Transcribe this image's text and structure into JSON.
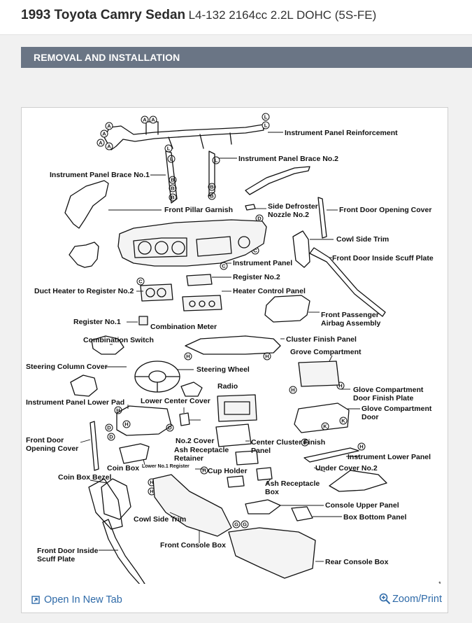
{
  "header": {
    "title_main": "1993 Toyota Camry Sedan",
    "title_sub": "L4-132 2164cc 2.2L DOHC (5S-FE)"
  },
  "section": {
    "title": "REMOVAL AND INSTALLATION"
  },
  "diagram": {
    "labels": {
      "ip_reinforcement": "Instrument Panel Reinforcement",
      "ip_brace_2": "Instrument Panel Brace No.2",
      "ip_brace_1": "Instrument Panel Brace No.1",
      "front_pillar_garnish": "Front Pillar Garnish",
      "side_defroster_1": "Side Defroster",
      "side_defroster_2": "Nozzle No.2",
      "front_door_opening_cover_top": "Front Door Opening Cover",
      "cowl_side_trim_top": "Cowl Side Trim",
      "front_door_scuff_top": "Front Door Inside Scuff Plate",
      "instrument_panel": "Instrument Panel",
      "duct_heater": "Duct Heater to Register No.2",
      "register_2": "Register No.2",
      "heater_control_panel": "Heater Control Panel",
      "airbag_1": "Front Passenger",
      "airbag_2": "Airbag Assembly",
      "register_1": "Register No.1",
      "combination_meter": "Combination Meter",
      "combination_switch": "Combination Switch",
      "cluster_finish_panel": "Cluster Finish Panel",
      "grove_compartment": "Grove Compartment",
      "steering_column_cover": "Steering Column Cover",
      "steering_wheel": "Steering Wheel",
      "radio": "Radio",
      "glove_finish_plate_1": "Glove Compartment",
      "glove_finish_plate_2": "Door Finish Plate",
      "glove_door_1": "Glove Compartment",
      "glove_door_2": "Door",
      "ip_lower_pad": "Instrument Panel Lower Pad",
      "lower_center_cover": "Lower Center Cover",
      "front_door_opening_cover_1": "Front Door",
      "front_door_opening_cover_2": "Opening Cover",
      "no2_cover": "No.2 Cover",
      "center_cluster_finish_1": "Center Cluster Finish",
      "center_cluster_finish_2": "Panel",
      "ash_retainer_1": "Ash Receptacle",
      "ash_retainer_2": "Retainer",
      "instrument_lower_panel": "Instrument Lower Panel",
      "coin_box": "Coin Box",
      "lower_no1_register": "Lower No.1 Register",
      "cup_holder": "Cup Holder",
      "under_cover_2": "Under Cover No.2",
      "coin_box_bezel": "Coin Box Bezel",
      "ash_box_1": "Ash Receptacle",
      "ash_box_2": "Box",
      "console_upper_panel": "Console Upper Panel",
      "cowl_side_trim_bottom": "Cowl Side Trim",
      "box_bottom_panel": "Box Bottom Panel",
      "front_door_scuff_bottom_1": "Front Door Inside",
      "front_door_scuff_bottom_2": "Scuff Plate",
      "front_console_box": "Front Console Box",
      "rear_console_box": "Rear Console Box"
    },
    "page_number": "1"
  },
  "footer": {
    "open_new_tab": "Open In New Tab",
    "zoom_print": "Zoom/Print"
  },
  "icons": {
    "open": "external-link-icon",
    "zoom": "magnifier-plus-icon"
  },
  "colors": {
    "section_bar": "#6a7585",
    "link": "#2e6aa8"
  }
}
